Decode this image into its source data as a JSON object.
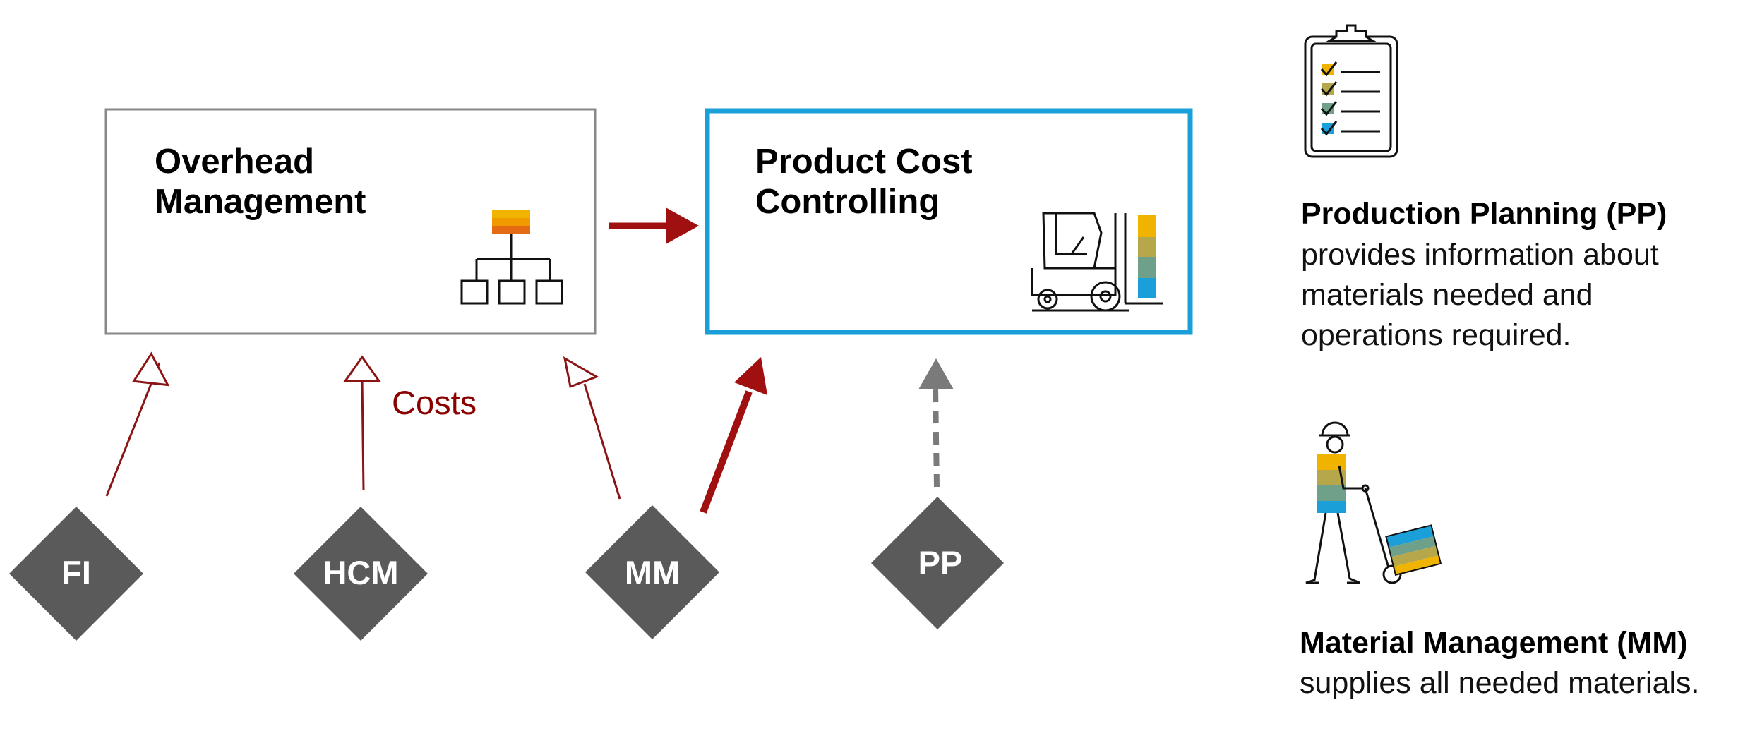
{
  "boxes": {
    "overhead": {
      "title_line1": "Overhead",
      "title_line2": "Management"
    },
    "product_cost": {
      "title_line1": "Product Cost",
      "title_line2": "Controlling"
    }
  },
  "nodes": {
    "fi": "FI",
    "hcm": "HCM",
    "mm": "MM",
    "pp": "PP"
  },
  "costs_label": "Costs",
  "side": {
    "pp": {
      "heading": "Production Planning (PP)",
      "lines": [
        "provides information about",
        "materials needed and",
        "operations required."
      ]
    },
    "mm": {
      "heading": "Material Management (MM)",
      "lines": [
        "supplies all needed materials."
      ]
    }
  },
  "icons": {
    "overhead": "org-chart-icon",
    "product_cost": "forklift-icon",
    "pp": "checklist-clipboard-icon",
    "mm": "worker-hand-truck-icon"
  },
  "colors": {
    "dark_red": "#a01010",
    "arrow_red": "#8b1414",
    "node_gray": "#5a5a5a",
    "box_gray_border": "#888888",
    "box_blue_border": "#1a9fd9",
    "dashed_gray": "#7a7a7a",
    "palette": [
      "#f0b400",
      "#b6a84a",
      "#6fa18a",
      "#1a9fd9"
    ]
  }
}
